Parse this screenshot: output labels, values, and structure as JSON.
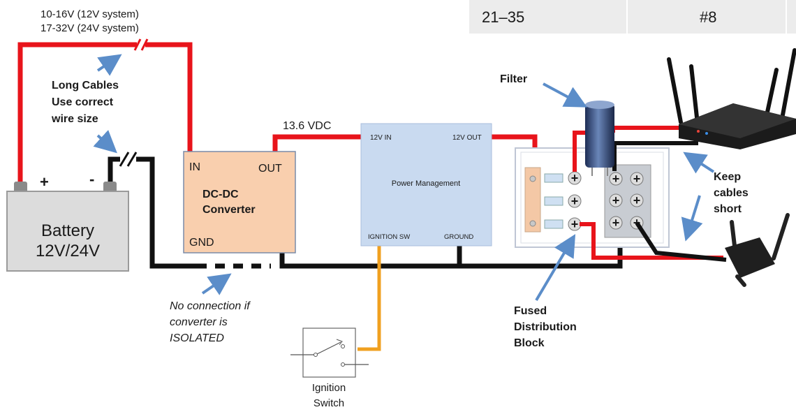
{
  "voltage_note": {
    "line1": "10-16V (12V system)",
    "line2": "17-32V (24V system)"
  },
  "table_fragment": {
    "col1": "21–35",
    "col2": "#8"
  },
  "long_cables_note": {
    "line1": "Long Cables",
    "line2": "Use correct",
    "line3": "wire size"
  },
  "battery": {
    "plus": "+",
    "minus": "-",
    "line1": "Battery",
    "line2": "12V/24V"
  },
  "converter": {
    "in": "IN",
    "out": "OUT",
    "title1": "DC-DC",
    "title2": "Converter",
    "gnd": "GND"
  },
  "output_voltage": "13.6 VDC",
  "power_management": {
    "in": "12V IN",
    "out": "12V OUT",
    "title": "Power Management",
    "ignition": "IGNITION SW",
    "ground": "GROUND"
  },
  "isolation_note": {
    "line1": "No connection if",
    "line2": "converter is",
    "line3": "ISOLATED"
  },
  "ignition_switch": {
    "line1": "Ignition",
    "line2": "Switch"
  },
  "filter_label": "Filter",
  "distribution_block": {
    "line1": "Fused",
    "line2": "Distribution",
    "line3": "Block",
    "plus": "+"
  },
  "keep_short": {
    "line1": "Keep",
    "line2": "cables",
    "line3": "short"
  },
  "colors": {
    "positive_wire": "#e8141b",
    "ground_wire": "#111111",
    "ignition_wire": "#f0a020",
    "battery_fill": "#dcdcdc",
    "converter_fill": "#f9cfae",
    "power_mgmt_fill": "#c9daf0",
    "arrow": "#5b8dc9"
  }
}
